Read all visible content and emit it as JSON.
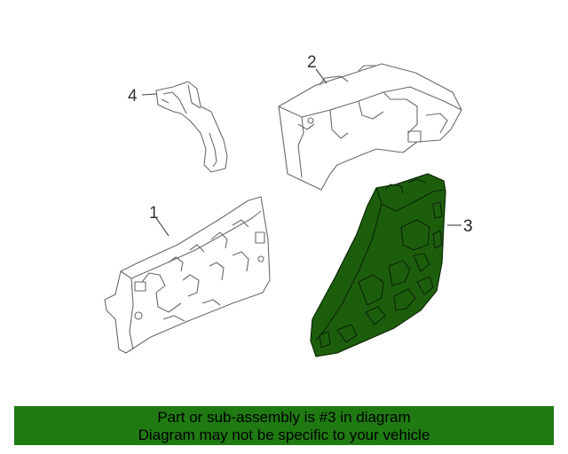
{
  "diagram": {
    "callouts": [
      {
        "id": "1",
        "label": "1"
      },
      {
        "id": "2",
        "label": "2"
      },
      {
        "id": "3",
        "label": "3"
      },
      {
        "id": "4",
        "label": "4"
      }
    ],
    "highlight_color": "#1d5e0d"
  },
  "banner": {
    "line1": "Part or sub-assembly is #3 in diagram",
    "line2": "Diagram may not be specific to your vehicle",
    "background": "#1f7a12"
  }
}
